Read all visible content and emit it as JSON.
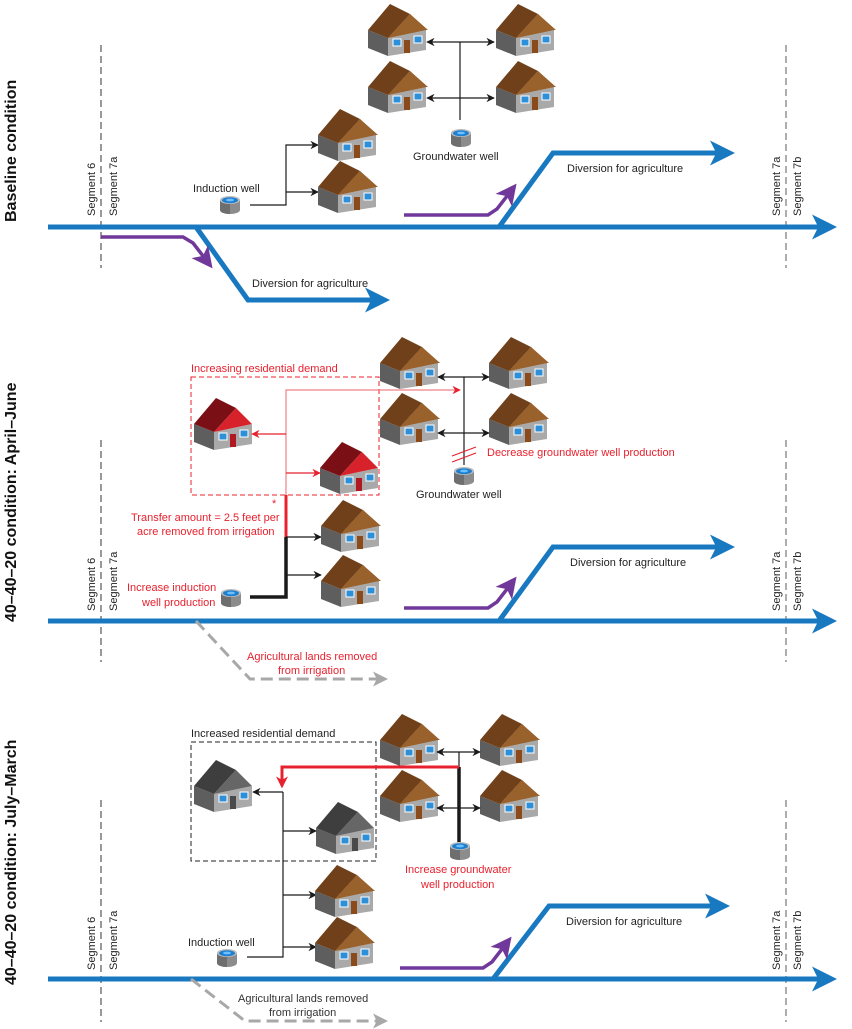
{
  "colors": {
    "river": "#1878c0",
    "purple": "#70389a",
    "red": "#e8212e",
    "red_light": "#f08088",
    "gray_dash": "#a8a8a8",
    "black": "#1a1a1a",
    "roof_brown": "#99612b",
    "roof_brown_dark": "#6f4019",
    "roof_red": "#d8222b",
    "roof_red_dark": "#7a1015",
    "roof_gray": "#666666",
    "roof_gray_dark": "#3e3e3e"
  },
  "panels": [
    {
      "id": "baseline",
      "title": "Baseline condition",
      "segment_left_a": "Segment 6",
      "segment_left_b": "Segment 7a",
      "segment_right_a": "Segment 7a",
      "segment_right_b": "Segment 7b",
      "left_diversion_label": "Diversion for agriculture",
      "right_diversion_label": "Diversion for agriculture",
      "induction_well_label": "Induction well",
      "groundwater_well_label": "Groundwater well"
    },
    {
      "id": "april-june",
      "title": "40–40–20 condition: April–June",
      "segment_left_a": "Segment 6",
      "segment_left_b": "Segment 7a",
      "segment_right_a": "Segment 7a",
      "segment_right_b": "Segment 7b",
      "right_diversion_label": "Diversion for agriculture",
      "removed_label_1": "Agricultural lands removed",
      "removed_label_2": "from irrigation",
      "demand_box_label": "Increasing residential demand",
      "transfer_marker": "*",
      "transfer_label_1": "Transfer amount = 2.5 feet per",
      "transfer_label_2": "acre removed from irrigation",
      "induction_label_1": "Increase induction",
      "induction_label_2": "well production",
      "decrease_label": "Decrease groundwater well production",
      "groundwater_well_label": "Groundwater well"
    },
    {
      "id": "july-march",
      "title": "40–40–20 condition: July–March",
      "segment_left_a": "Segment 6",
      "segment_left_b": "Segment 7a",
      "segment_right_a": "Segment 7a",
      "segment_right_b": "Segment 7b",
      "right_diversion_label": "Diversion for agriculture",
      "removed_label_1": "Agricultural lands removed",
      "removed_label_2": "from irrigation",
      "demand_box_label": "Increased residential demand",
      "induction_well_label": "Induction well",
      "increase_gw_label_1": "Increase groundwater",
      "increase_gw_label_2": "well production"
    }
  ]
}
